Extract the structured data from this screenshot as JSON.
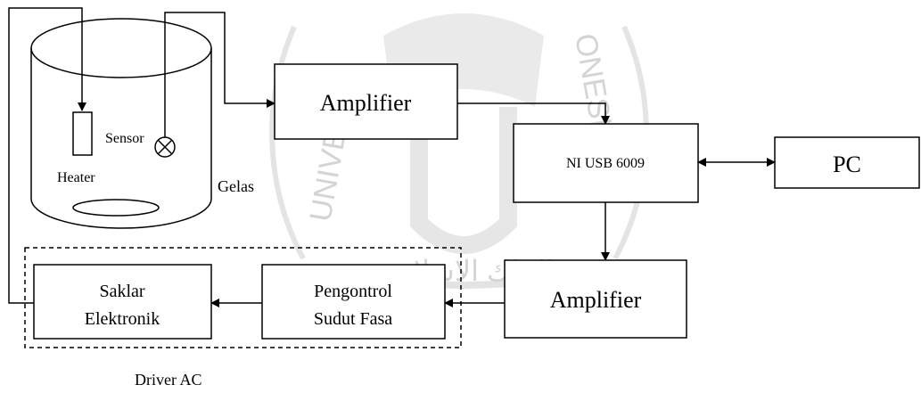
{
  "watermark": {
    "ring_left": "UNIVERS",
    "ring_right": "ONESIA",
    "caption": "ﺍﻟﻤﻠﻚ ﺍﻻﺳﻼﻣﻴﺔ"
  },
  "tank": {
    "heater_label": "Heater",
    "sensor_label": "Sensor",
    "glass_label": "Gelas"
  },
  "blocks": {
    "amplifier_top": "Amplifier",
    "daq": "NI USB 6009",
    "pc": "PC",
    "amplifier_bottom": "Amplifier",
    "phase_controller_line1": "Pengontrol",
    "phase_controller_line2": "Sudut Fasa",
    "switch_line1": "Saklar",
    "switch_line2": "Elektronik"
  },
  "driver_group_label": "Driver AC",
  "colors": {
    "line": "#000000",
    "watermark": "#d0d0d0",
    "background": "#ffffff"
  }
}
